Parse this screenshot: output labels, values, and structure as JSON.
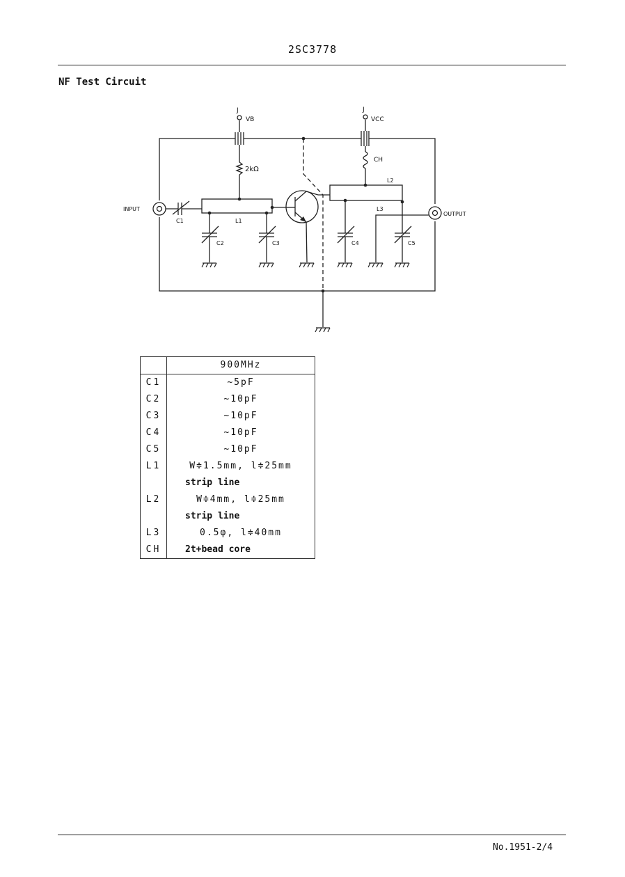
{
  "header": {
    "part_number": "2SC3778"
  },
  "section": {
    "title": "NF Test Circuit"
  },
  "circuit": {
    "labels": {
      "vb_pin": "J",
      "vb": "VB",
      "vcc_pin": "J",
      "vcc": "VCC",
      "resistor": "2kΩ",
      "choke": "CH",
      "input": "INPUT",
      "output": "OUTPUT",
      "c1": "C1",
      "c2": "C2",
      "c3": "C3",
      "c4": "C4",
      "c5": "C5",
      "l1": "L1",
      "l2": "L2",
      "l3": "L3"
    }
  },
  "table": {
    "header": "900MHz",
    "rows": [
      {
        "label": "C1",
        "value": "~5pF"
      },
      {
        "label": "C2",
        "value": "~10pF"
      },
      {
        "label": "C3",
        "value": "~10pF"
      },
      {
        "label": "C4",
        "value": "~10pF"
      },
      {
        "label": "C5",
        "value": "~10pF"
      },
      {
        "label": "L1",
        "value": "W≑1.5mm, l≑25mm",
        "sub": "strip line"
      },
      {
        "label": "L2",
        "value": "W≑4mm, l≑25mm",
        "sub": "strip line"
      },
      {
        "label": "L3",
        "value": "0.5φ, l≑40mm"
      },
      {
        "label": "CH",
        "value": "2t+bead core"
      }
    ]
  },
  "footer": {
    "page_number": "No.1951-2/4"
  }
}
